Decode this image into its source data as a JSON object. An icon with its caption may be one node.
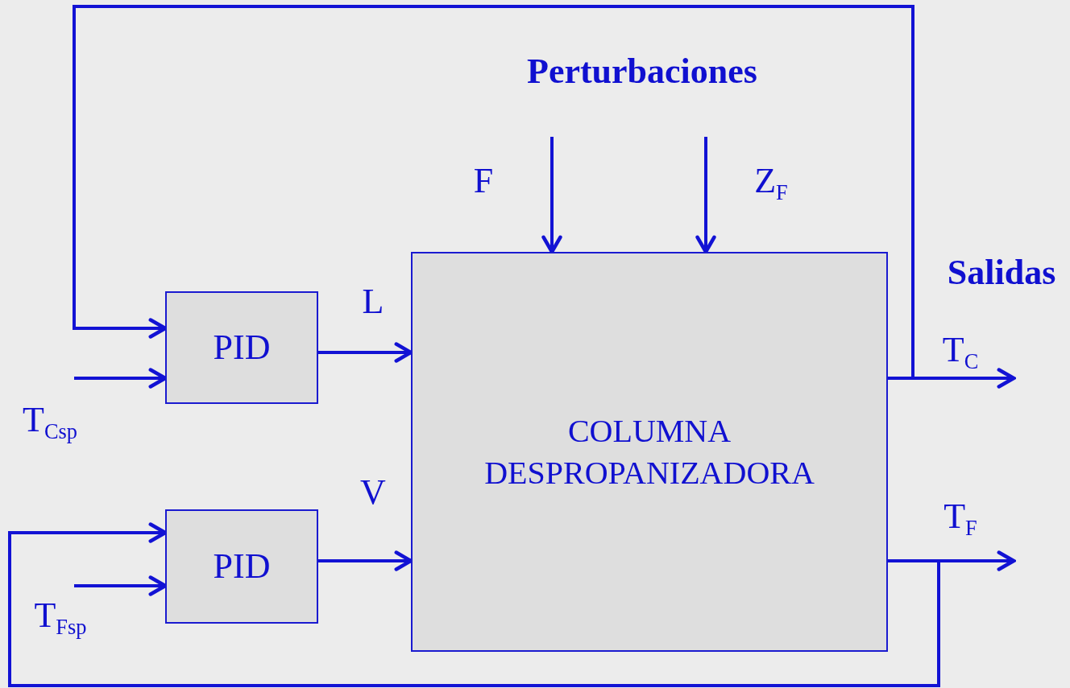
{
  "diagram": {
    "nodes": [
      {
        "text": [
          "PID"
        ]
      },
      {
        "text": [
          "PID"
        ]
      },
      {
        "text": [
          "COLUMNA DESPROPANIZADORA"
        ]
      }
    ],
    "edges": [
      {
        "from": null,
        "to": 2,
        "arrow": "to",
        "label": "F"
      },
      {
        "from": null,
        "to": 2,
        "arrow": "to",
        "label": "Z$_{F}$"
      },
      {
        "from": 0,
        "to": 2,
        "arrow": "to",
        "label": "L"
      },
      {
        "from": 1,
        "to": 2,
        "arrow": "to",
        "label": "V"
      },
      {
        "from": 2,
        "to": null,
        "arrow": "to",
        "label": "T$_{C}$"
      },
      {
        "from": 2,
        "to": null,
        "arrow": "to",
        "label": "T$_{F}$"
      },
      {
        "from": null,
        "to": 0,
        "arrow": "to",
        "label": "T$_{Csp}$"
      },
      {
        "from": null,
        "to": 1,
        "arrow": "to",
        "label": "T$_{Fsp}$"
      },
      {
        "from": 2,
        "to": 0,
        "arrow": "to"
      },
      {
        "from": 2,
        "to": 1,
        "arrow": "to"
      }
    ],
    "labels": [
      "Perturbaciones",
      "Salidas"
    ]
  }
}
